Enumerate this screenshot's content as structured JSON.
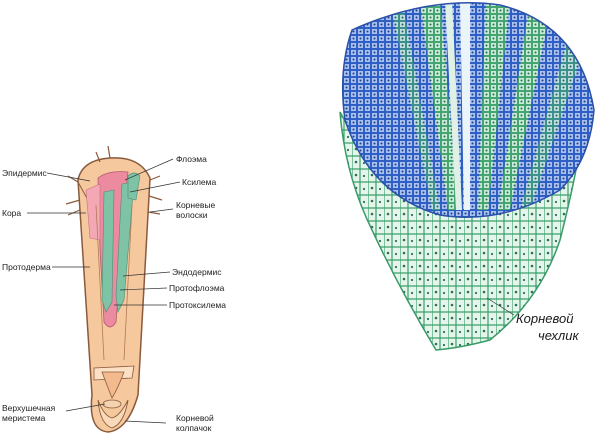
{
  "left_figure": {
    "labels": {
      "epidermis": "Эпидермис",
      "cortex": "Кора",
      "protoderm": "Протодерма",
      "apical_meristem_1": "Верхушечная",
      "apical_meristem_2": "меристема",
      "phloem": "Флоэма",
      "xylem": "Ксилема",
      "root_hairs_1": "Корневые",
      "root_hairs_2": "волоски",
      "endodermis": "Эндодермис",
      "protophloem": "Протофлоэма",
      "protoxylem": "Протоксилема",
      "root_cap_1": "Корневой",
      "root_cap_2": "колпачок"
    }
  },
  "right_figure": {
    "label_1": "Корневой",
    "label_2": "чехлик"
  },
  "colors": {
    "peach": "#f6c89e",
    "pink": "#ec8aa0",
    "teal": "#7ec3a6",
    "outline": "#8a5a3c",
    "blue_cells": "#3f64c8",
    "green_cells": "#3fa46e"
  }
}
